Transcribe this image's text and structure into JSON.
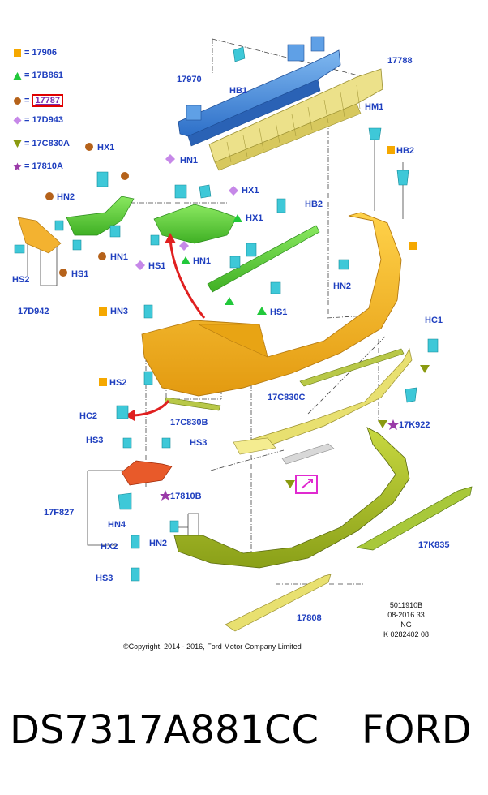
{
  "legend": [
    {
      "shape": "square",
      "color": "#f5a800",
      "part": "17906"
    },
    {
      "shape": "triangle",
      "color": "#21c83a",
      "part": "17B861"
    },
    {
      "shape": "circle",
      "color": "#b5621a",
      "part": "17787"
    },
    {
      "shape": "diamond",
      "color": "#c688e8",
      "part": "17D943"
    },
    {
      "shape": "triangle-down",
      "color": "#8a9a10",
      "part": "17C830A"
    },
    {
      "shape": "star",
      "color": "#9a3aa8",
      "part": "17810A"
    }
  ],
  "labels": {
    "l17970": "17970",
    "hb1": "HB1",
    "l17788": "17788",
    "hm1": "HM1",
    "hb2a": "HB2",
    "hb2b": "HB2",
    "hx1a": "HX1",
    "hn2a": "HN2",
    "hs1a": "HS1",
    "hn1a": "HN1",
    "hn1b": "HN1",
    "hx1b": "HX1",
    "hs1b": "HS1",
    "hx1c": "HX1",
    "hn1c": "HN1",
    "hs1c": "HS1",
    "hn2b": "HN2",
    "hs2a": "HS2",
    "l17d942": "17D942",
    "hn3": "HN3",
    "hs2b": "HS2",
    "hc1": "HC1",
    "l17c830c": "17C830C",
    "hc2": "HC2",
    "l17c830b": "17C830B",
    "l17k922": "17K922",
    "hs3a": "HS3",
    "hs3b": "HS3",
    "l17f827": "17F827",
    "hn4": "HN4",
    "l17810b": "17810B",
    "hx2": "HX2",
    "hn2c": "HN2",
    "hs3c": "HS3",
    "l17k835": "17K835",
    "l17808": "17808"
  },
  "meta": {
    "line1": "5011910B",
    "line2": "08-2016 33",
    "line3": "NG",
    "line4": "K 0282402 08"
  },
  "copyright": "©Copyright, 2014 - 2016, Ford Motor Company Limited",
  "footer": {
    "part_number": "DS7317A881CC",
    "brand": "FORD"
  },
  "colors": {
    "label": "#1f3fbf",
    "beam": "#3d8be0",
    "absorber": "#e8dc7a",
    "bumper": "#f2b01e",
    "bracket_green": "#5fd23a",
    "clip": "#3ec8d8",
    "lower": "#a8c02a",
    "reflector": "#e8522a",
    "highlight": "#e02ad0"
  }
}
